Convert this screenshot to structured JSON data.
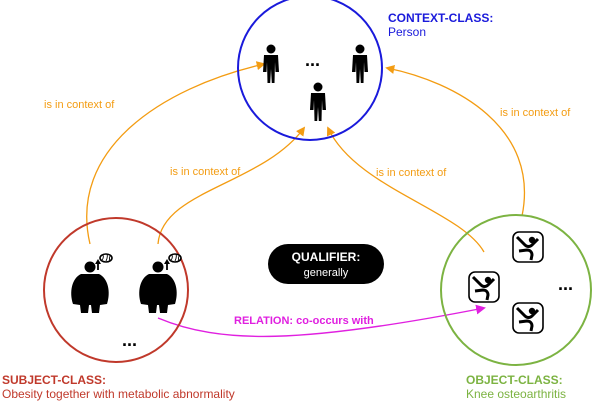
{
  "context_class": {
    "title": "CONTEXT-CLASS:",
    "name": "Person",
    "color": "#1a1adb",
    "ellipsis": "..."
  },
  "subject_class": {
    "title": "SUBJECT-CLASS:",
    "name": "Obesity together with metabolic abnormality",
    "color": "#c0392b",
    "ellipsis": "..."
  },
  "object_class": {
    "title": "OBJECT-CLASS:",
    "name": "Knee osteoarthritis",
    "color": "#7cb342",
    "ellipsis": "..."
  },
  "qualifier": {
    "title": "QUALIFIER:",
    "value": "generally"
  },
  "relation": {
    "label": "RELATION: co-occurs with",
    "color": "#e020e0"
  },
  "context_links": {
    "label_left": "is in context of",
    "label_center_left": "is in context of",
    "label_center_right": "is in context of",
    "label_right": "is in context of",
    "color": "#f39c12"
  },
  "icons": {
    "person": "person-icon",
    "obese_person": "obese-person-icon",
    "brain": "brain-icon",
    "knee": "knee-joint-icon"
  }
}
